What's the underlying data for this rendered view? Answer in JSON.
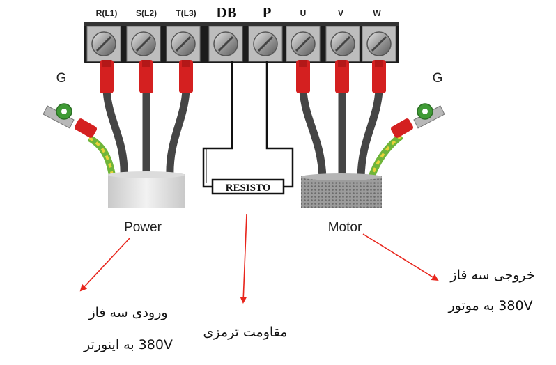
{
  "terminals": [
    {
      "label": "R(L1)",
      "kind": "small"
    },
    {
      "label": "S(L2)",
      "kind": "small"
    },
    {
      "label": "T(L3)",
      "kind": "small"
    },
    {
      "label": "DB",
      "kind": "big"
    },
    {
      "label": "P",
      "kind": "big"
    },
    {
      "label": "U",
      "kind": "small"
    },
    {
      "label": "V",
      "kind": "small"
    },
    {
      "label": "W",
      "kind": "small"
    }
  ],
  "ground_left": "G",
  "ground_right": "G",
  "resistor_label": "RESISTO",
  "power_label": "Power",
  "motor_label": "Motor",
  "annotations": {
    "input": {
      "line1": "ورودی سه فاز",
      "line2": "380V به اینورتر"
    },
    "resistor": {
      "line1": "مقاومت ترمزی"
    },
    "output": {
      "line1": "خروجی سه فاز",
      "line2": "380V به موتور"
    }
  },
  "colors": {
    "wire": "#454545",
    "lug": "#d42020",
    "arrow": "#e8251c",
    "terminal_block": "#1c1c1c",
    "ground_wire": "#6fb53a"
  }
}
